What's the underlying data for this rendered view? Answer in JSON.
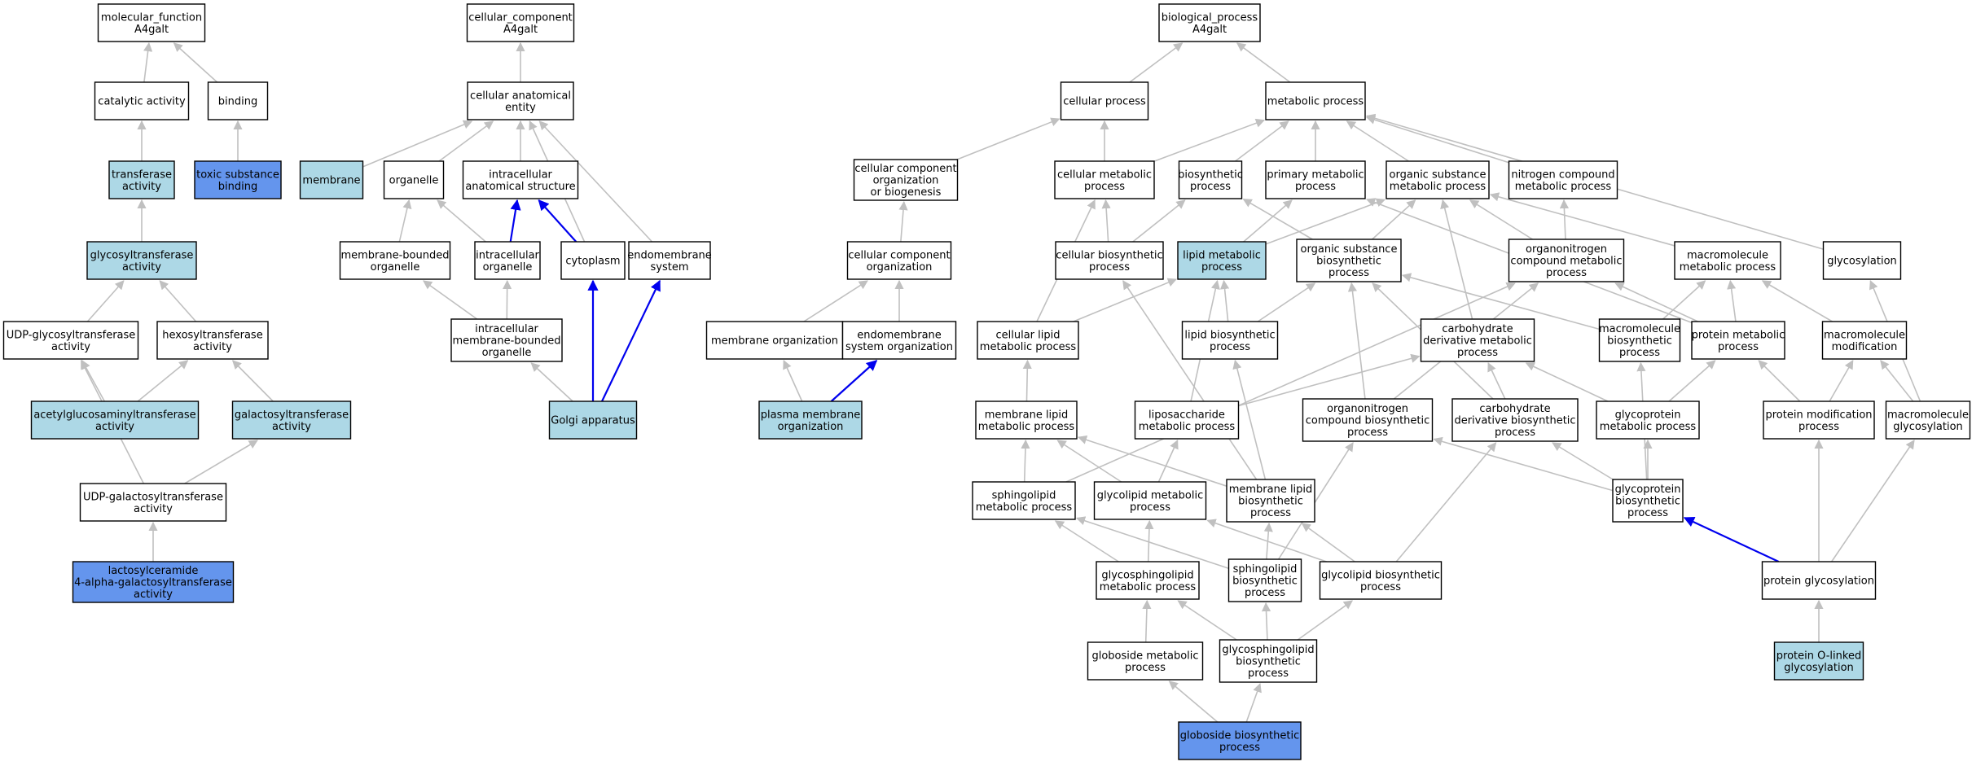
{
  "colors": {
    "default_fill": "#ffffff",
    "light_fill": "#add8e6",
    "highlight_fill": "#6495ed",
    "gray_edge": "#c0c0c0",
    "blue_edge": "#0000ee"
  },
  "nodes": [
    {
      "id": "mf",
      "lines": [
        "molecular_function",
        "A4galt"
      ],
      "style": "default"
    },
    {
      "id": "catalytic",
      "lines": [
        "catalytic activity"
      ],
      "style": "default"
    },
    {
      "id": "binding",
      "lines": [
        "binding"
      ],
      "style": "default"
    },
    {
      "id": "transferase",
      "lines": [
        "transferase",
        "activity"
      ],
      "style": "light"
    },
    {
      "id": "toxic",
      "lines": [
        "toxic substance",
        "binding"
      ],
      "style": "highlight"
    },
    {
      "id": "glycosyltransferase",
      "lines": [
        "glycosyltransferase",
        "activity"
      ],
      "style": "light"
    },
    {
      "id": "udpglyco",
      "lines": [
        "UDP-glycosyltransferase",
        "activity"
      ],
      "style": "default"
    },
    {
      "id": "hexosyl",
      "lines": [
        "hexosyltransferase",
        "activity"
      ],
      "style": "default"
    },
    {
      "id": "acetylglu",
      "lines": [
        "acetylglucosaminyltransferase",
        "activity"
      ],
      "style": "light"
    },
    {
      "id": "galactosyl",
      "lines": [
        "galactosyltransferase",
        "activity"
      ],
      "style": "light"
    },
    {
      "id": "udpgal",
      "lines": [
        "UDP-galactosyltransferase",
        "activity"
      ],
      "style": "default"
    },
    {
      "id": "lacto",
      "lines": [
        "lactosylceramide",
        "4-alpha-galactosyltransferase",
        "activity"
      ],
      "style": "highlight"
    },
    {
      "id": "cc",
      "lines": [
        "cellular_component",
        "A4galt"
      ],
      "style": "default"
    },
    {
      "id": "cae",
      "lines": [
        "cellular anatomical",
        "entity"
      ],
      "style": "default"
    },
    {
      "id": "membrane",
      "lines": [
        "membrane"
      ],
      "style": "light"
    },
    {
      "id": "organelle",
      "lines": [
        "organelle"
      ],
      "style": "default"
    },
    {
      "id": "ias",
      "lines": [
        "intracellular",
        "anatomical structure"
      ],
      "style": "default"
    },
    {
      "id": "mbo",
      "lines": [
        "membrane-bounded",
        "organelle"
      ],
      "style": "default"
    },
    {
      "id": "io",
      "lines": [
        "intracellular",
        "organelle"
      ],
      "style": "default"
    },
    {
      "id": "cytoplasm",
      "lines": [
        "cytoplasm"
      ],
      "style": "default"
    },
    {
      "id": "endosys",
      "lines": [
        "endomembrane",
        "system"
      ],
      "style": "default"
    },
    {
      "id": "imbo",
      "lines": [
        "intracellular",
        "membrane-bounded",
        "organelle"
      ],
      "style": "default"
    },
    {
      "id": "golgi",
      "lines": [
        "Golgi apparatus"
      ],
      "style": "light"
    },
    {
      "id": "ccob",
      "lines": [
        "cellular component",
        "organization",
        "or biogenesis"
      ],
      "style": "default"
    },
    {
      "id": "cco",
      "lines": [
        "cellular component",
        "organization"
      ],
      "style": "default"
    },
    {
      "id": "memorg",
      "lines": [
        "membrane organization"
      ],
      "style": "default"
    },
    {
      "id": "endoorg",
      "lines": [
        "endomembrane",
        "system organization"
      ],
      "style": "default"
    },
    {
      "id": "pmo",
      "lines": [
        "plasma membrane",
        "organization"
      ],
      "style": "light"
    },
    {
      "id": "bp",
      "lines": [
        "biological_process",
        "A4galt"
      ],
      "style": "default"
    },
    {
      "id": "cellproc",
      "lines": [
        "cellular process"
      ],
      "style": "default"
    },
    {
      "id": "metab",
      "lines": [
        "metabolic process"
      ],
      "style": "default"
    },
    {
      "id": "cmp",
      "lines": [
        "cellular metabolic",
        "process"
      ],
      "style": "default"
    },
    {
      "id": "biosyn",
      "lines": [
        "biosynthetic",
        "process"
      ],
      "style": "default"
    },
    {
      "id": "pmp",
      "lines": [
        "primary metabolic",
        "process"
      ],
      "style": "default"
    },
    {
      "id": "osmp",
      "lines": [
        "organic substance",
        "metabolic process"
      ],
      "style": "default"
    },
    {
      "id": "ncmp",
      "lines": [
        "nitrogen compound",
        "metabolic process"
      ],
      "style": "default"
    },
    {
      "id": "cbp",
      "lines": [
        "cellular biosynthetic",
        "process"
      ],
      "style": "default"
    },
    {
      "id": "lmp",
      "lines": [
        "lipid metabolic",
        "process"
      ],
      "style": "light"
    },
    {
      "id": "osbp",
      "lines": [
        "organic substance",
        "biosynthetic",
        "process"
      ],
      "style": "default"
    },
    {
      "id": "ocmp",
      "lines": [
        "organonitrogen",
        "compound metabolic",
        "process"
      ],
      "style": "default"
    },
    {
      "id": "mmp",
      "lines": [
        "macromolecule",
        "metabolic process"
      ],
      "style": "default"
    },
    {
      "id": "glycosylation",
      "lines": [
        "glycosylation"
      ],
      "style": "default"
    },
    {
      "id": "clmp",
      "lines": [
        "cellular lipid",
        "metabolic process"
      ],
      "style": "default"
    },
    {
      "id": "lbp",
      "lines": [
        "lipid biosynthetic",
        "process"
      ],
      "style": "default"
    },
    {
      "id": "cdmp",
      "lines": [
        "carbohydrate",
        "derivative metabolic",
        "process"
      ],
      "style": "default"
    },
    {
      "id": "mbp",
      "lines": [
        "macromolecule",
        "biosynthetic",
        "process"
      ],
      "style": "default"
    },
    {
      "id": "protmp",
      "lines": [
        "protein metabolic",
        "process"
      ],
      "style": "default"
    },
    {
      "id": "macmod",
      "lines": [
        "macromolecule",
        "modification"
      ],
      "style": "default"
    },
    {
      "id": "mlmp",
      "lines": [
        "membrane lipid",
        "metabolic process"
      ],
      "style": "default"
    },
    {
      "id": "lipomp",
      "lines": [
        "liposaccharide",
        "metabolic process"
      ],
      "style": "default"
    },
    {
      "id": "ocbp",
      "lines": [
        "organonitrogen",
        "compound biosynthetic",
        "process"
      ],
      "style": "default"
    },
    {
      "id": "cdbp",
      "lines": [
        "carbohydrate",
        "derivative biosynthetic",
        "process"
      ],
      "style": "default"
    },
    {
      "id": "gpmp",
      "lines": [
        "glycoprotein",
        "metabolic process"
      ],
      "style": "default"
    },
    {
      "id": "protmodp",
      "lines": [
        "protein modification",
        "process"
      ],
      "style": "default"
    },
    {
      "id": "macglyco",
      "lines": [
        "macromolecule",
        "glycosylation"
      ],
      "style": "default"
    },
    {
      "id": "sphmp",
      "lines": [
        "sphingolipid",
        "metabolic process"
      ],
      "style": "default"
    },
    {
      "id": "glmp",
      "lines": [
        "glycolipid metabolic",
        "process"
      ],
      "style": "default"
    },
    {
      "id": "mlbp",
      "lines": [
        "membrane lipid",
        "biosynthetic",
        "process"
      ],
      "style": "default"
    },
    {
      "id": "gpbp",
      "lines": [
        "glycoprotein",
        "biosynthetic",
        "process"
      ],
      "style": "default"
    },
    {
      "id": "gsmp",
      "lines": [
        "glycosphingolipid",
        "metabolic process"
      ],
      "style": "default"
    },
    {
      "id": "sphbp",
      "lines": [
        "sphingolipid",
        "biosynthetic",
        "process"
      ],
      "style": "default"
    },
    {
      "id": "glbp",
      "lines": [
        "glycolipid biosynthetic",
        "process"
      ],
      "style": "default"
    },
    {
      "id": "protglyco",
      "lines": [
        "protein glycosylation"
      ],
      "style": "default"
    },
    {
      "id": "globmp",
      "lines": [
        "globoside metabolic",
        "process"
      ],
      "style": "default"
    },
    {
      "id": "gsbp",
      "lines": [
        "glycosphingolipid",
        "biosynthetic",
        "process"
      ],
      "style": "default"
    },
    {
      "id": "pol",
      "lines": [
        "protein O-linked",
        "glycosylation"
      ],
      "style": "light"
    },
    {
      "id": "globbp",
      "lines": [
        "globoside biosynthetic",
        "process"
      ],
      "style": "highlight"
    }
  ],
  "edges": [
    [
      "catalytic",
      "mf",
      "gray"
    ],
    [
      "binding",
      "mf",
      "gray"
    ],
    [
      "transferase",
      "catalytic",
      "gray"
    ],
    [
      "toxic",
      "binding",
      "gray"
    ],
    [
      "glycosyltransferase",
      "transferase",
      "gray"
    ],
    [
      "udpglyco",
      "glycosyltransferase",
      "gray"
    ],
    [
      "hexosyl",
      "glycosyltransferase",
      "gray"
    ],
    [
      "acetylglu",
      "udpglyco",
      "gray"
    ],
    [
      "acetylglu",
      "hexosyl",
      "gray"
    ],
    [
      "galactosyl",
      "hexosyl",
      "gray"
    ],
    [
      "udpgal",
      "udpglyco",
      "gray"
    ],
    [
      "udpgal",
      "galactosyl",
      "gray"
    ],
    [
      "lacto",
      "udpgal",
      "gray"
    ],
    [
      "cae",
      "cc",
      "gray"
    ],
    [
      "membrane",
      "cae",
      "gray"
    ],
    [
      "organelle",
      "cae",
      "gray"
    ],
    [
      "ias",
      "cae",
      "gray"
    ],
    [
      "cytoplasm",
      "cae",
      "gray"
    ],
    [
      "endosys",
      "cae",
      "gray"
    ],
    [
      "mbo",
      "organelle",
      "gray"
    ],
    [
      "io",
      "organelle",
      "gray"
    ],
    [
      "io",
      "ias",
      "blue"
    ],
    [
      "cytoplasm",
      "ias",
      "blue"
    ],
    [
      "imbo",
      "mbo",
      "gray"
    ],
    [
      "imbo",
      "io",
      "gray"
    ],
    [
      "golgi",
      "imbo",
      "gray"
    ],
    [
      "golgi",
      "cytoplasm",
      "blue"
    ],
    [
      "golgi",
      "endosys",
      "blue"
    ],
    [
      "ccob",
      "cellproc",
      "gray"
    ],
    [
      "cco",
      "ccob",
      "gray"
    ],
    [
      "memorg",
      "cco",
      "gray"
    ],
    [
      "endoorg",
      "cco",
      "gray"
    ],
    [
      "pmo",
      "memorg",
      "gray"
    ],
    [
      "pmo",
      "endoorg",
      "blue"
    ],
    [
      "cellproc",
      "bp",
      "gray"
    ],
    [
      "metab",
      "bp",
      "gray"
    ],
    [
      "cmp",
      "cellproc",
      "gray"
    ],
    [
      "cmp",
      "metab",
      "gray"
    ],
    [
      "biosyn",
      "metab",
      "gray"
    ],
    [
      "pmp",
      "metab",
      "gray"
    ],
    [
      "osmp",
      "metab",
      "gray"
    ],
    [
      "ncmp",
      "metab",
      "gray"
    ],
    [
      "glycosylation",
      "metab",
      "gray"
    ],
    [
      "cbp",
      "cmp",
      "gray"
    ],
    [
      "cbp",
      "biosyn",
      "gray"
    ],
    [
      "lmp",
      "pmp",
      "gray"
    ],
    [
      "lmp",
      "osmp",
      "gray"
    ],
    [
      "osbp",
      "biosyn",
      "gray"
    ],
    [
      "osbp",
      "osmp",
      "gray"
    ],
    [
      "ocmp",
      "osmp",
      "gray"
    ],
    [
      "ocmp",
      "ncmp",
      "gray"
    ],
    [
      "mmp",
      "osmp",
      "gray"
    ],
    [
      "clmp",
      "cmp",
      "gray"
    ],
    [
      "clmp",
      "lmp",
      "gray"
    ],
    [
      "lbp",
      "lmp",
      "gray"
    ],
    [
      "lbp",
      "osbp",
      "gray"
    ],
    [
      "cdmp",
      "osmp",
      "gray"
    ],
    [
      "mbp",
      "mmp",
      "gray"
    ],
    [
      "mbp",
      "osbp",
      "gray"
    ],
    [
      "protmp",
      "pmp",
      "gray"
    ],
    [
      "protmp",
      "mmp",
      "gray"
    ],
    [
      "protmp",
      "ocmp",
      "gray"
    ],
    [
      "macmod",
      "mmp",
      "gray"
    ],
    [
      "mlmp",
      "clmp",
      "gray"
    ],
    [
      "lipomp",
      "lmp",
      "gray"
    ],
    [
      "lipomp",
      "cdmp",
      "gray"
    ],
    [
      "ocbp",
      "osbp",
      "gray"
    ],
    [
      "ocbp",
      "ocmp",
      "gray"
    ],
    [
      "cdbp",
      "cdmp",
      "gray"
    ],
    [
      "cdbp",
      "osbp",
      "gray"
    ],
    [
      "gpmp",
      "cdmp",
      "gray"
    ],
    [
      "gpmp",
      "protmp",
      "gray"
    ],
    [
      "protmodp",
      "protmp",
      "gray"
    ],
    [
      "protmodp",
      "macmod",
      "gray"
    ],
    [
      "macglyco",
      "macmod",
      "gray"
    ],
    [
      "macglyco",
      "glycosylation",
      "gray"
    ],
    [
      "sphmp",
      "mlmp",
      "gray"
    ],
    [
      "sphmp",
      "ocmp",
      "gray"
    ],
    [
      "glmp",
      "mlmp",
      "gray"
    ],
    [
      "glmp",
      "lipomp",
      "gray"
    ],
    [
      "mlbp",
      "mlmp",
      "gray"
    ],
    [
      "mlbp",
      "lbp",
      "gray"
    ],
    [
      "mlbp",
      "cbp",
      "gray"
    ],
    [
      "gpbp",
      "gpmp",
      "gray"
    ],
    [
      "gpbp",
      "cdbp",
      "gray"
    ],
    [
      "gpbp",
      "ocbp",
      "gray"
    ],
    [
      "gpbp",
      "mbp",
      "gray"
    ],
    [
      "gsmp",
      "sphmp",
      "gray"
    ],
    [
      "gsmp",
      "glmp",
      "gray"
    ],
    [
      "sphbp",
      "sphmp",
      "gray"
    ],
    [
      "sphbp",
      "mlbp",
      "gray"
    ],
    [
      "sphbp",
      "ocbp",
      "gray"
    ],
    [
      "glbp",
      "glmp",
      "gray"
    ],
    [
      "glbp",
      "mlbp",
      "gray"
    ],
    [
      "glbp",
      "cdbp",
      "gray"
    ],
    [
      "protglyco",
      "protmodp",
      "gray"
    ],
    [
      "protglyco",
      "macglyco",
      "gray"
    ],
    [
      "protglyco",
      "gpbp",
      "blue"
    ],
    [
      "globmp",
      "gsmp",
      "gray"
    ],
    [
      "gsbp",
      "gsmp",
      "gray"
    ],
    [
      "gsbp",
      "sphbp",
      "gray"
    ],
    [
      "gsbp",
      "glbp",
      "gray"
    ],
    [
      "pol",
      "protglyco",
      "gray"
    ],
    [
      "globbp",
      "globmp",
      "gray"
    ],
    [
      "globbp",
      "gsbp",
      "gray"
    ]
  ]
}
